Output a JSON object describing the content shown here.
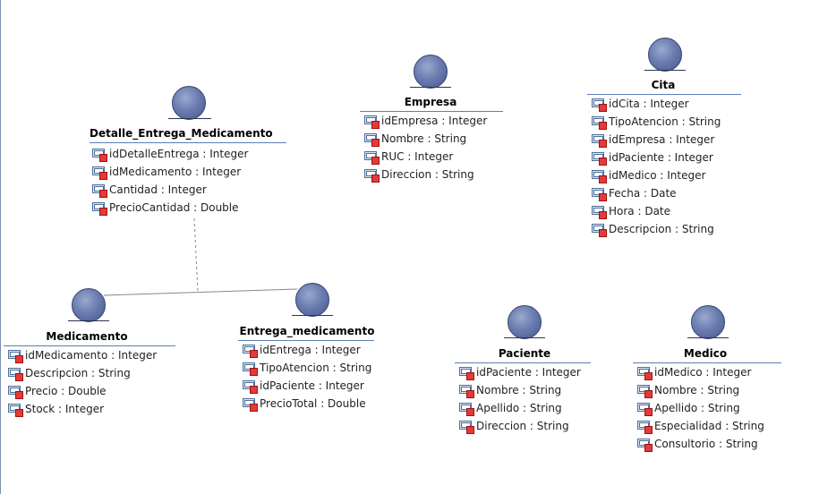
{
  "entities": [
    {
      "id": "detalle",
      "name": "Detalle_Entrega_Medicamento",
      "attributes": [
        "idDetalleEntrega : Integer",
        "idMedicamento : Integer",
        "Cantidad : Integer",
        "PrecioCantidad : Double"
      ]
    },
    {
      "id": "empresa",
      "name": "Empresa",
      "attributes": [
        "idEmpresa : Integer",
        "Nombre : String",
        "RUC : Integer",
        "Direccion : String"
      ]
    },
    {
      "id": "cita",
      "name": "Cita",
      "attributes": [
        "idCita : Integer",
        "TipoAtencion : String",
        "idEmpresa : Integer",
        "idPaciente : Integer",
        "idMedico : Integer",
        "Fecha : Date",
        "Hora : Date",
        "Descripcion : String"
      ]
    },
    {
      "id": "medicamento",
      "name": "Medicamento",
      "attributes": [
        "idMedicamento : Integer",
        "Descripcion : String",
        "Precio : Double",
        "Stock : Integer"
      ]
    },
    {
      "id": "entrega",
      "name": "Entrega_medicamento",
      "attributes": [
        "idEntrega : Integer",
        "TipoAtencion : String",
        "idPaciente : Integer",
        "PrecioTotal : Double"
      ]
    },
    {
      "id": "paciente",
      "name": "Paciente",
      "attributes": [
        "idPaciente : Integer",
        "Nombre : String",
        "Apellido : String",
        "Direccion : String"
      ]
    },
    {
      "id": "medico",
      "name": "Medico",
      "attributes": [
        "idMedico : Integer",
        "Nombre : String",
        "Apellido : String",
        "Especialidad : String",
        "Consultorio : String"
      ]
    }
  ],
  "links": [
    {
      "from": "medicamento",
      "to": "entrega",
      "style": "solid"
    },
    {
      "from": "detalle",
      "to": "association",
      "style": "dashed"
    }
  ],
  "colors": {
    "entity_ball": "#6b7db0",
    "separator": "#5d7fb0",
    "association_line": "#888888"
  },
  "icon_names": {
    "attribute": "attribute-field-icon",
    "entity": "entity-ball-icon"
  }
}
